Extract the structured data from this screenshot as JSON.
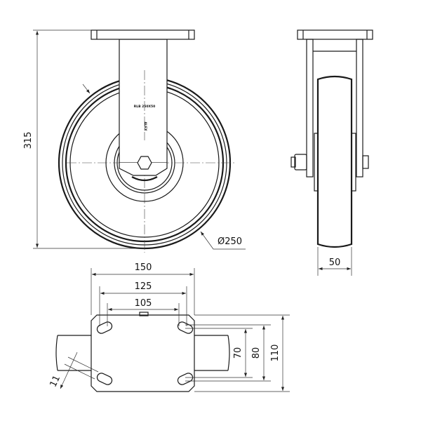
{
  "dimensions": {
    "height_total": "315",
    "wheel_diameter": "Ø250",
    "wheel_width": "50",
    "plate_length": "150",
    "hole_spacing_outer": "125",
    "hole_spacing_inner": "105",
    "hole_spacing_short_inner": "70",
    "hole_spacing_short_outer": "80",
    "plate_width": "110",
    "slot_width": "11"
  },
  "fork_marking": {
    "model": "RLB 250X50",
    "brand": "ALEX"
  },
  "colors": {
    "line": "#1a1a1a",
    "background": "#ffffff"
  }
}
